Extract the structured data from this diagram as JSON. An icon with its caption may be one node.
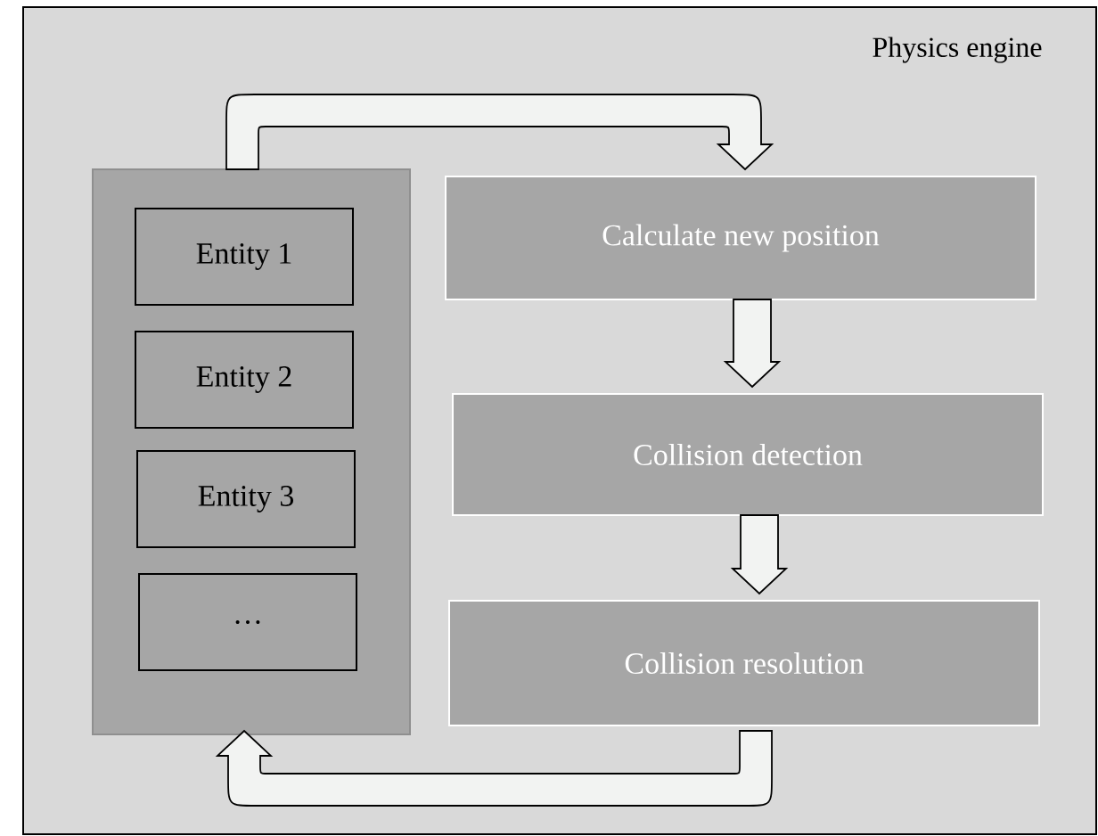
{
  "diagram": {
    "nodes": [
      {
        "text": [
          "Physics engine"
        ]
      },
      {
        "text": [],
        "shape": "box",
        "in": 0
      },
      {
        "text": [
          "Entity 1"
        ],
        "in": 1
      },
      {
        "text": [
          "Entity 2"
        ],
        "in": 1
      },
      {
        "text": [
          "Entity 3"
        ],
        "in": 1
      },
      {
        "text": [
          "…"
        ],
        "in": 1
      },
      {
        "text": [
          "Calculate new position"
        ],
        "in": 0
      },
      {
        "text": [
          "Collision detection"
        ],
        "in": 0
      },
      {
        "text": [
          "Collision resolution"
        ],
        "in": 0
      }
    ],
    "edges": [
      {
        "from": 1,
        "to": 6,
        "arrow": "to"
      },
      {
        "from": 6,
        "to": 7,
        "arrow": "to"
      },
      {
        "from": 7,
        "to": 8,
        "arrow": "to"
      },
      {
        "from": 8,
        "to": 1,
        "arrow": "to"
      }
    ]
  }
}
